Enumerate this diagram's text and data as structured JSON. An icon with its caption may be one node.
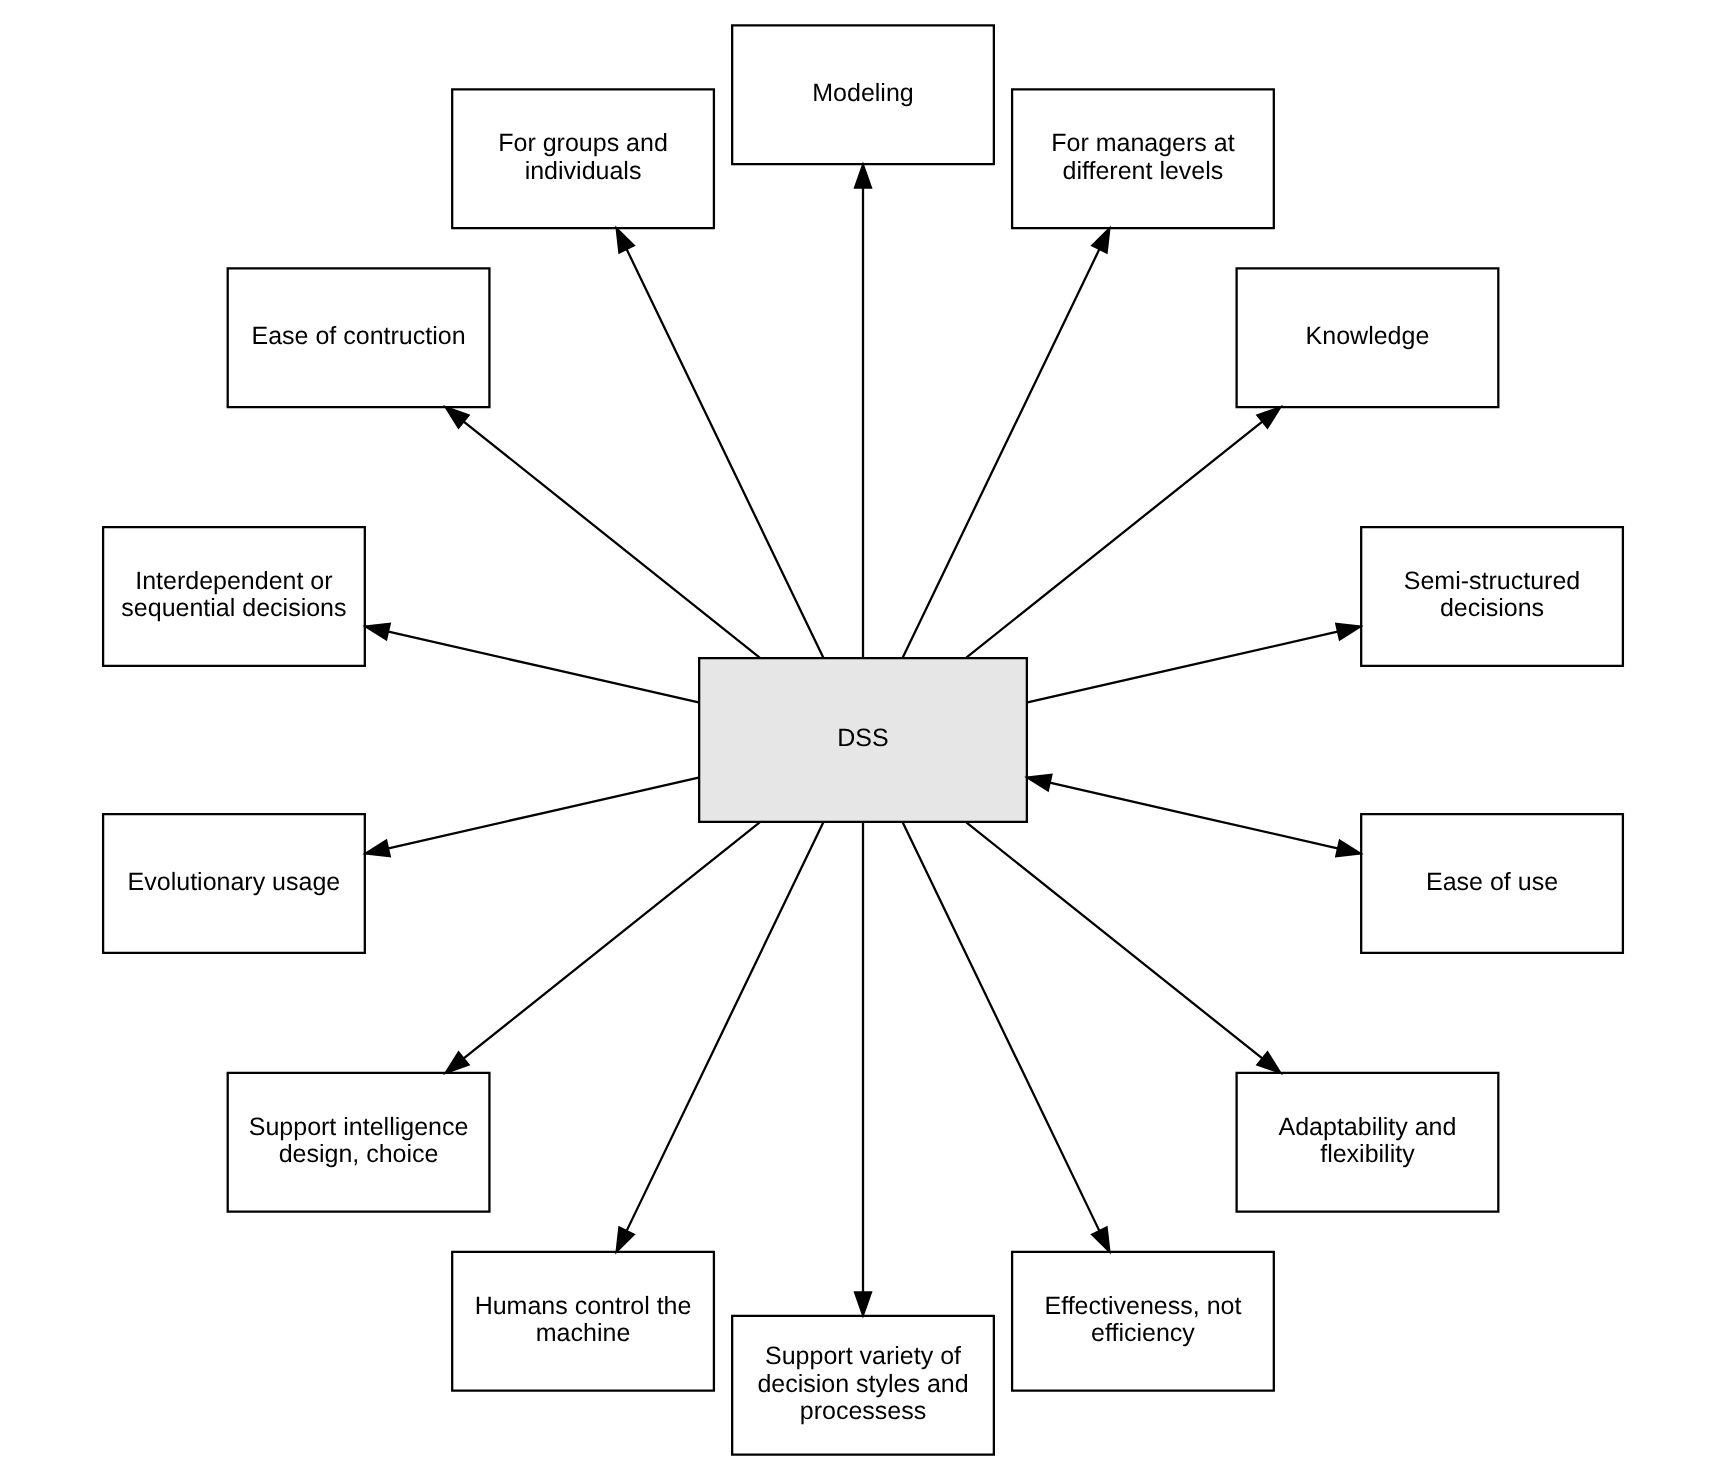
{
  "diagram": {
    "nodes": [
      {
        "text": [
          "Semi-structured decisions"
        ]
      },
      {
        "text": [
          "Knowledge"
        ]
      },
      {
        "text": [
          "For managers at different levels"
        ]
      },
      {
        "text": [
          "Modeling"
        ]
      },
      {
        "text": [
          "For groups and individuals"
        ]
      },
      {
        "text": [
          "Ease of contruction"
        ]
      },
      {
        "text": [
          "Interdependent or sequential decisions"
        ]
      },
      {
        "text": [
          "DSS"
        ]
      },
      {
        "text": [
          "Evolutionary usage"
        ]
      },
      {
        "text": [
          "Support intelligence design, choice"
        ]
      },
      {
        "text": [
          "Humans control the machine"
        ]
      },
      {
        "text": [
          "Support variety of decision styles and processess"
        ]
      },
      {
        "text": [
          "Effectiveness, not efficiency"
        ]
      },
      {
        "text": [
          "Adaptability and flexibility"
        ]
      },
      {
        "text": [
          "Ease of use"
        ]
      }
    ],
    "edges": [
      {
        "from": 7,
        "to": 0,
        "arrow": "to"
      },
      {
        "from": 7,
        "to": 2,
        "arrow": "to"
      },
      {
        "from": 7,
        "to": 4,
        "arrow": "to"
      },
      {
        "from": 7,
        "to": 6,
        "arrow": "to"
      },
      {
        "from": 7,
        "to": 9,
        "arrow": "to"
      },
      {
        "from": 7,
        "to": 11,
        "arrow": "to"
      },
      {
        "from": 7,
        "to": 13,
        "arrow": "to"
      },
      {
        "from": 7,
        "to": 14,
        "arrow": "both"
      },
      {
        "from": 7,
        "to": 12,
        "arrow": "to"
      },
      {
        "from": 7,
        "to": 10,
        "arrow": "to"
      },
      {
        "from": 7,
        "to": 8,
        "arrow": "to"
      },
      {
        "from": 7,
        "to": 5,
        "arrow": "to"
      },
      {
        "from": 7,
        "to": 3,
        "arrow": "to"
      },
      {
        "from": 7,
        "to": 1,
        "arrow": "to"
      }
    ]
  }
}
